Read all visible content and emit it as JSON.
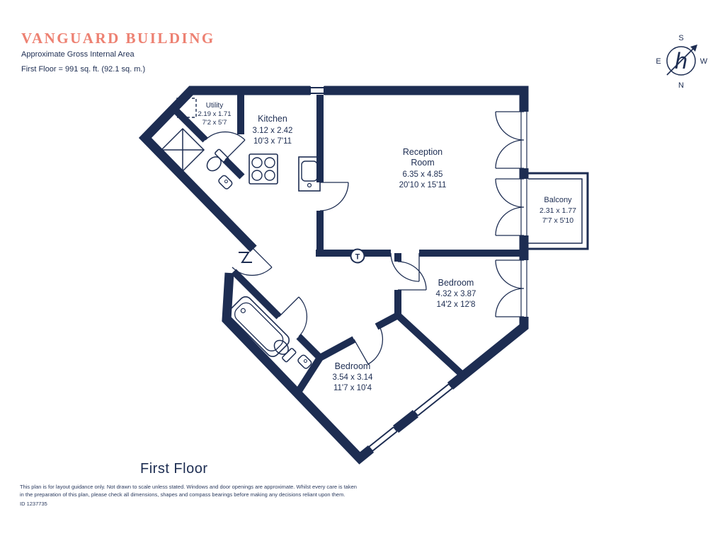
{
  "header": {
    "title": "VANGUARD BUILDING",
    "subtitle": "Approximate Gross Internal Area",
    "area_line": "First Floor = 991 sq. ft. (92.1 sq. m.)"
  },
  "compass": {
    "top": "S",
    "left": "E",
    "right": "W",
    "bottom": "N",
    "logo": "h"
  },
  "rooms": {
    "utility": {
      "name": "Utility",
      "metric": "2.19 x 1.71",
      "imperial": "7'2 x 5'7"
    },
    "kitchen": {
      "name": "Kitchen",
      "metric": "3.12 x 2.42",
      "imperial": "10'3 x 7'11"
    },
    "reception": {
      "name_line1": "Reception",
      "name_line2": "Room",
      "metric": "6.35 x 4.85",
      "imperial": "20'10 x 15'11"
    },
    "balcony": {
      "name": "Balcony",
      "metric": "2.31 x 1.77",
      "imperial": "7'7 x 5'10"
    },
    "bedroom1": {
      "name": "Bedroom",
      "metric": "4.32 x 3.87",
      "imperial": "14'2 x 12'8"
    },
    "bedroom2": {
      "name": "Bedroom",
      "metric": "3.54 x 3.14",
      "imperial": "11'7 x 10'4"
    }
  },
  "symbols": {
    "thermostat": "T"
  },
  "floor_label": "First Floor",
  "footer": {
    "disclaimer_line1": "This plan is for layout guidance only. Not drawn to scale unless stated. Windows and door openings are approximate. Whilst every care is taken",
    "disclaimer_line2": "in the preparation of this plan, please check all dimensions, shapes and compass bearings before making any decisions reliant upon them.",
    "id": "ID 1237735"
  },
  "colors": {
    "accent": "#ed8172",
    "walls": "#1d2d52"
  }
}
